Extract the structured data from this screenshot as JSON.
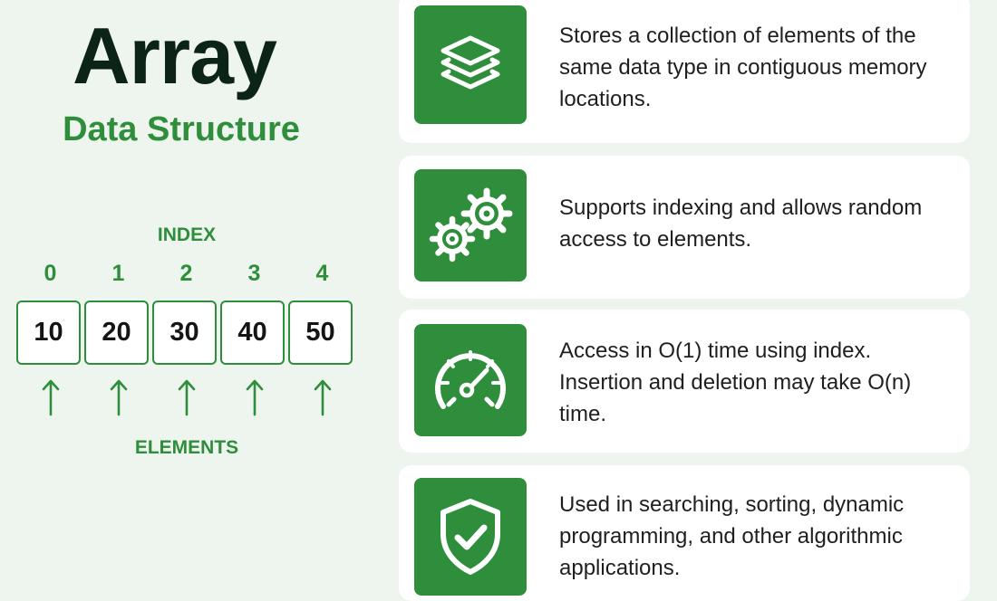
{
  "header": {
    "title": "Array",
    "subtitle": "Data Structure"
  },
  "diagram": {
    "index_label": "INDEX",
    "elements_label": "ELEMENTS",
    "indices": [
      "0",
      "1",
      "2",
      "3",
      "4"
    ],
    "values": [
      "10",
      "20",
      "30",
      "40",
      "50"
    ],
    "arrow_glyph": "up-arrow",
    "accent_color": "#2f8e3b"
  },
  "features": [
    {
      "icon": "stacked-layers-icon",
      "text": "Stores a collection of elements of the same data type in contiguous memory locations."
    },
    {
      "icon": "gears-icon",
      "text": "Supports indexing and allows random access to elements."
    },
    {
      "icon": "speedometer-icon",
      "text": "Access in O(1) time using index. Insertion and deletion may take O(n) time."
    },
    {
      "icon": "shield-check-icon",
      "text": "Used in searching, sorting, dynamic programming, and other algorithmic applications."
    }
  ],
  "colors": {
    "background": "#eef5ee",
    "accent": "#2f8e3b",
    "title": "#0c2418",
    "card": "#ffffff"
  }
}
